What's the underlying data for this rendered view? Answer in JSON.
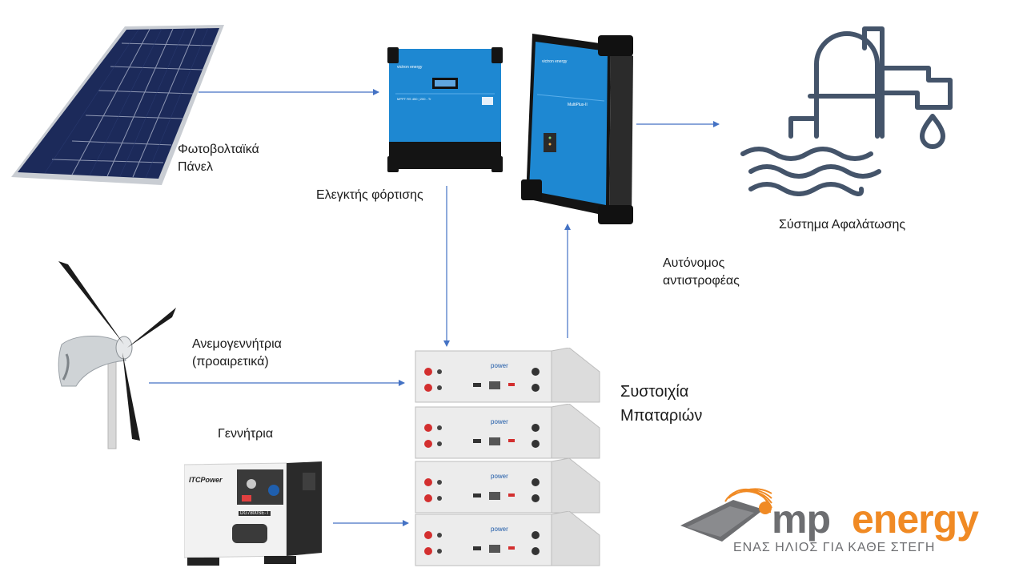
{
  "labels": {
    "pv_panel": [
      "Φωτοβολταϊκά",
      "Πάνελ"
    ],
    "charge_controller": "Ελεγκτής φόρτισης",
    "inverter": [
      "Αυτόνομος",
      "αντιστροφέας"
    ],
    "desalination": "Σύστημα Αφαλάτωσης",
    "wind": [
      "Ανεμογεννήτρια",
      "(προαιρετικά)"
    ],
    "generator": "Γεννήτρια",
    "battery_bank": [
      "Συστοιχία",
      "Μπαταριών"
    ]
  },
  "device_text": {
    "charge_controller_brand": "victron energy",
    "charge_controller_model": "MPPT RS 450 | 200 - Tr",
    "inverter_brand": "victron energy",
    "inverter_model": "MultiPlus-II",
    "battery_brand": "power",
    "generator_brand": "ITCPower",
    "generator_model": "DG7800SE-T"
  },
  "logo": {
    "name_part1": "mp",
    "name_part2": "energy",
    "tagline": "ΕΝΑΣ ΗΛΙΟΣ ΓΙΑ ΚΑΘΕ ΣΤΕΓΗ",
    "colors": {
      "grey": "#6d6e71",
      "orange": "#f08a24"
    }
  },
  "colors": {
    "arrow": "#4472c4",
    "victron_blue": "#1e88d2",
    "desal_icon": "#44546a",
    "pv_cell": "#1c2a5a",
    "battery_body": "#e9ecef"
  }
}
